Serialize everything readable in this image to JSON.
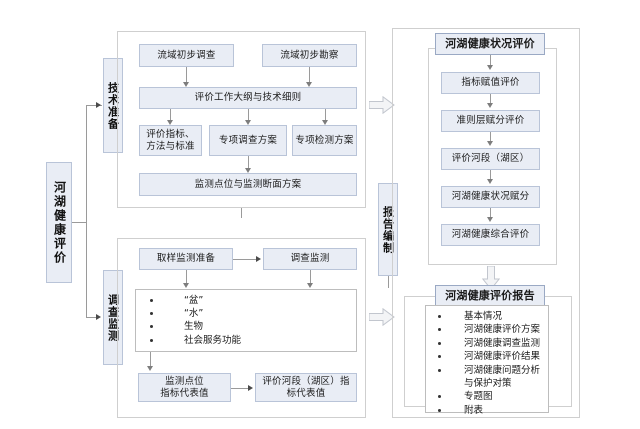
{
  "diagram": {
    "title_label": "河湖健康评价",
    "stages": {
      "tech_prep": "技术准备",
      "survey_monitor": "调查监测",
      "report_compile": "报告编制"
    },
    "tech_prep_panel": {
      "row1": [
        "流域初步调查",
        "流域初步勘察"
      ],
      "row2": "评价工作大纲与技术细则",
      "row3": [
        "评价指标、\n方法与标准",
        "专项调查方案",
        "专项检测方案"
      ],
      "row4": "监测点位与监测断面方案"
    },
    "survey_panel": {
      "row1": [
        "取样监测准备",
        "调查监测"
      ],
      "bullets": [
        "“盆”",
        "“水”",
        "生物",
        "社会服务功能"
      ],
      "row3": [
        "监测点位\n指标代表值",
        "评价河段（湖区）指\n标代表值"
      ]
    },
    "assessment_panel": {
      "header": "河湖健康状况评价",
      "steps": [
        "指标赋值评价",
        "准则层赋分评价",
        "评价河段（湖区）",
        "河湖健康状况赋分",
        "河湖健康综合评价"
      ]
    },
    "report_panel": {
      "header": "河湖健康评价报告",
      "bullets": [
        "基本情况",
        "河湖健康评价方案",
        "河湖健康调查监测",
        "河湖健康评价结果",
        "河湖健康问题分析\n与保护对策",
        "专题图",
        "附表"
      ]
    },
    "colors": {
      "box_fill": "#e9edf5",
      "box_border": "#b9c4d8",
      "panel_border": "#cfcfcf",
      "line": "#9a9a9a"
    }
  }
}
